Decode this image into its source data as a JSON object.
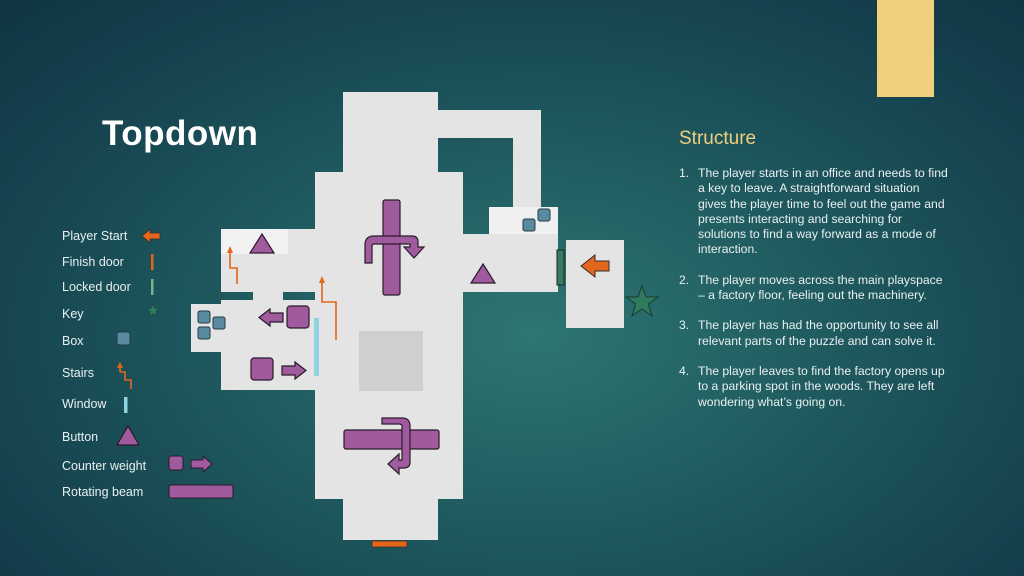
{
  "slide": {
    "title": "Topdown",
    "accent_color": "#f0d07f"
  },
  "legend": {
    "items": [
      {
        "label": "Player Start",
        "icon": "orange-arrow-left-icon"
      },
      {
        "label": "Finish door",
        "icon": "orange-vertical-bar-icon"
      },
      {
        "label": "Locked door",
        "icon": "green-vertical-bar-icon"
      },
      {
        "label": "Key",
        "icon": "green-star-icon"
      },
      {
        "label": "Box",
        "icon": "blue-square-icon"
      },
      {
        "label": "Stairs",
        "icon": "orange-stairs-arrow-icon"
      },
      {
        "label": "Window",
        "icon": "cyan-vertical-bar-icon"
      },
      {
        "label": "Button",
        "icon": "purple-triangle-icon"
      },
      {
        "label": "Counter weight",
        "icon": "purple-square-arrow-icon"
      },
      {
        "label": "Rotating beam",
        "icon": "purple-beam-icon"
      }
    ]
  },
  "colors": {
    "floor": "#e4e4e4",
    "purple": "#a05a9e",
    "orange": "#e2661b",
    "box_blue": "#5a8aa0",
    "locked_green": "#3b7a5f",
    "window_cyan": "#8fd3e0",
    "star_green": "#2e7a5c"
  },
  "structure": {
    "heading": "Structure",
    "items": [
      {
        "num": "1.",
        "text": "The player starts in an office and needs to find a key to leave. A straightforward situation gives the player time to feel out the game and presents interacting and searching for solutions to find a way forward as a mode of interaction."
      },
      {
        "num": "2.",
        "text": "The player moves across the main playspace – a factory floor, feeling out the machinery."
      },
      {
        "num": "3.",
        "text": "The player has had the opportunity to see all relevant parts of the puzzle and can solve it."
      },
      {
        "num": "4.",
        "text": "The player leaves to find the factory opens up to a parking spot in the woods. They are left wondering what’s going on."
      }
    ]
  }
}
